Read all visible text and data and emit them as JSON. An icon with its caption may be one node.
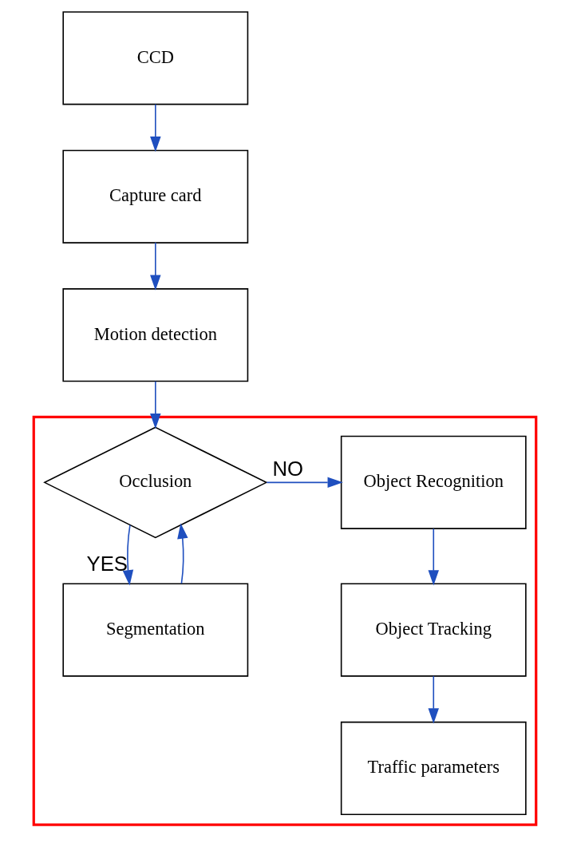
{
  "diagram": {
    "nodes": [
      {
        "text": [
          "CCD"
        ]
      },
      {
        "text": [
          "Capture card"
        ]
      },
      {
        "text": [
          "Motion detection"
        ]
      },
      {
        "text": [],
        "shape": "box"
      },
      {
        "text": [
          "Object Recognition"
        ],
        "in": 3
      },
      {
        "text": [
          "Occlusion"
        ],
        "in": 3
      },
      {
        "text": [
          "Object Tracking"
        ],
        "in": 3
      },
      {
        "text": [
          "Segmentation"
        ],
        "in": 3
      },
      {
        "text": [
          "Traffic parameters"
        ],
        "in": 3
      }
    ],
    "edges": [
      {
        "from": 0,
        "to": 1,
        "arrow": "to"
      },
      {
        "from": 1,
        "to": 2,
        "arrow": "to"
      },
      {
        "from": 2,
        "to": 5,
        "arrow": "to"
      },
      {
        "from": 5,
        "to": 4,
        "arrow": "to",
        "label": "NO"
      },
      {
        "from": 5,
        "to": 7,
        "arrow": "to",
        "label": "YES"
      },
      {
        "from": 7,
        "to": 5,
        "arrow": "to"
      },
      {
        "from": 4,
        "to": 6,
        "arrow": "to"
      },
      {
        "from": 6,
        "to": 8,
        "arrow": "to"
      }
    ]
  }
}
